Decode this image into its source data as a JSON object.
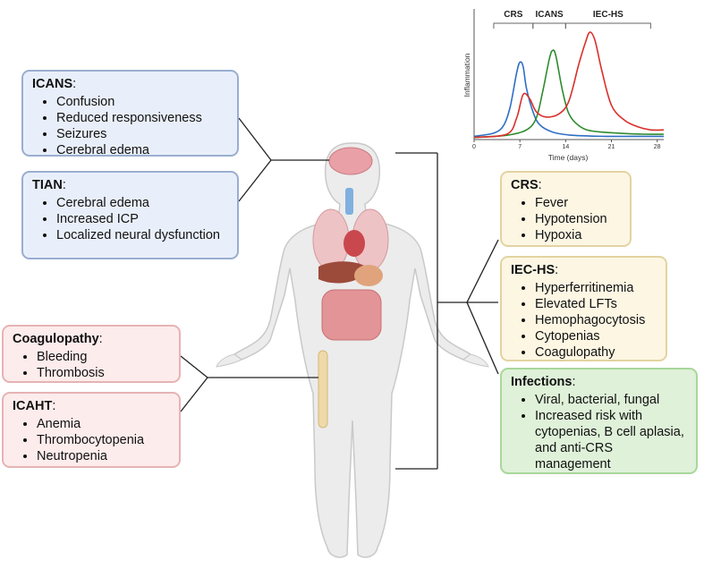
{
  "left_boxes": {
    "icans": {
      "title": "ICANS",
      "colon": ":",
      "items": [
        "Confusion",
        "Reduced responsiveness",
        "Seizures",
        "Cerebral edema"
      ]
    },
    "tian": {
      "title": "TIAN",
      "colon": ":",
      "items": [
        "Cerebral edema",
        "Increased ICP",
        "Localized neural dysfunction"
      ]
    },
    "coagulopathy": {
      "title": "Coagulopathy",
      "colon": ":",
      "items": [
        "Bleeding",
        "Thrombosis"
      ]
    },
    "icaht": {
      "title": "ICAHT",
      "colon": ":",
      "items": [
        "Anemia",
        "Thrombocytopenia",
        "Neutropenia"
      ]
    }
  },
  "right_boxes": {
    "crs": {
      "title": "CRS",
      "colon": ":",
      "items": [
        "Fever",
        "Hypotension",
        "Hypoxia"
      ]
    },
    "iechs": {
      "title": "IEC-HS",
      "colon": ":",
      "items": [
        "Hyperferritinemia",
        "Elevated LFTs",
        "Hemophagocytosis",
        "Cytopenias",
        "Coagulopathy"
      ]
    },
    "infections": {
      "title": "Infections",
      "colon": ":",
      "items": [
        "Viral, bacterial, fungal",
        "Increased risk with cytopenias, B cell aplasia, and anti-CRS management"
      ]
    }
  },
  "colors": {
    "crs_line": "#2f6fc4",
    "icans_line": "#2e8b2e",
    "iechs_line": "#d9302c",
    "blue_box": "#e9effa",
    "yellow_box": "#fcf6e3",
    "green_box": "#dff1d9",
    "pink_box": "#fdecec"
  },
  "chart_data": {
    "type": "line",
    "xlabel": "Time (days)",
    "ylabel": "Inflammation",
    "xlim": [
      0,
      29
    ],
    "ylim": [
      0,
      10
    ],
    "x_ticks": [
      0,
      7,
      14,
      21,
      28
    ],
    "phase_labels": [
      "CRS",
      "ICANS",
      "IEC-HS"
    ],
    "phases": [
      {
        "label": "CRS",
        "start": 3,
        "end": 9
      },
      {
        "label": "ICANS",
        "start": 9,
        "end": 14
      },
      {
        "label": "IEC-HS",
        "start": 14,
        "end": 27
      }
    ],
    "series": [
      {
        "name": "CRS",
        "color": "#2f6fc4",
        "x": [
          0,
          3,
          4.5,
          5.5,
          6.5,
          7,
          7.5,
          8,
          9,
          10,
          12,
          15,
          20,
          25,
          29
        ],
        "y": [
          0.3,
          0.6,
          1.3,
          3.0,
          6.2,
          7.2,
          6.8,
          4.8,
          2.6,
          1.4,
          0.7,
          0.4,
          0.3,
          0.3,
          0.3
        ]
      },
      {
        "name": "ICANS",
        "color": "#2e8b2e",
        "x": [
          0,
          5,
          8,
          9.5,
          10.5,
          11.5,
          12,
          12.5,
          13.5,
          14.5,
          16,
          18,
          22,
          26,
          29
        ],
        "y": [
          0.2,
          0.4,
          0.9,
          2.0,
          4.5,
          7.5,
          8.3,
          7.8,
          4.6,
          2.4,
          1.3,
          0.8,
          0.6,
          0.5,
          0.5
        ]
      },
      {
        "name": "IEC-HS",
        "color": "#d9302c",
        "x": [
          0,
          5,
          6.5,
          7.5,
          8.5,
          9.5,
          11,
          13,
          14.5,
          16,
          17,
          17.7,
          18.5,
          19.5,
          21,
          23,
          25,
          27,
          29
        ],
        "y": [
          0.2,
          0.5,
          2.0,
          4.2,
          3.8,
          2.6,
          2.1,
          2.4,
          3.6,
          7.0,
          9.0,
          10.0,
          9.2,
          6.5,
          3.2,
          1.8,
          1.2,
          0.9,
          0.9
        ]
      }
    ]
  }
}
